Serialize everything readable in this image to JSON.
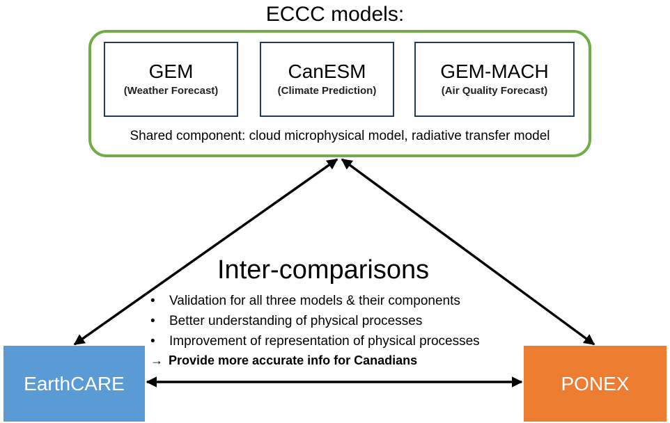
{
  "title": "ECCC models:",
  "models": [
    {
      "name": "GEM",
      "description": "(Weather Forecast)"
    },
    {
      "name": "CanESM",
      "description": "(Climate Prediction)"
    },
    {
      "name": "GEM-MACH",
      "description": "(Air Quality Forecast)"
    }
  ],
  "shared_component": "Shared component: cloud microphysical model, radiative transfer model",
  "intercomparisons": {
    "heading": "Inter-comparisons",
    "bullets": [
      "Validation for all three models & their components",
      "Better understanding of physical processes",
      "Improvement of representation of physical processes"
    ],
    "conclusion_arrow": "→",
    "conclusion": "Provide more accurate info for Canadians"
  },
  "nodes": {
    "earthcare": "EarthCARE",
    "ponex": "PONEX"
  },
  "colors": {
    "group_border": "#70ad47",
    "model_border": "#1f3864",
    "earthcare": "#5b9bd5",
    "ponex": "#ed7d31"
  }
}
